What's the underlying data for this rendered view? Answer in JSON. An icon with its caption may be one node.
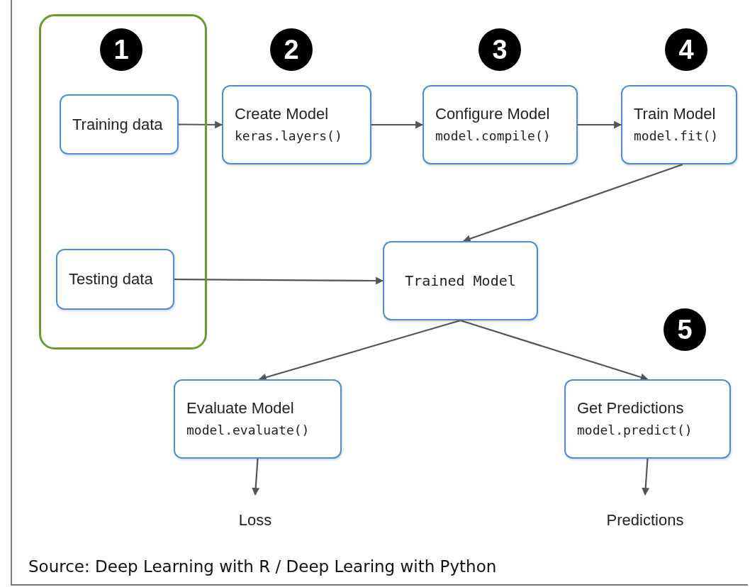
{
  "diagram": {
    "caption": "Source: Deep Learning with R / Deep Learing with Python",
    "nodes": [
      {
        "text": [],
        "shape": "box"
      },
      {
        "text": [
          "Training data"
        ],
        "in": 0
      },
      {
        "text": [
          "Testing data"
        ],
        "in": 0
      },
      {
        "text": [
          "Create Model",
          "keras.layers()"
        ]
      },
      {
        "text": [
          "Configure Model",
          "model.compile()"
        ]
      },
      {
        "text": [
          "Train Model",
          "model.fit()"
        ]
      },
      {
        "text": [
          "Trained Model"
        ]
      },
      {
        "text": [
          "Evaluate Model",
          "model.evaluate()"
        ]
      },
      {
        "text": [
          "Get Predictions",
          "model.predict()"
        ]
      },
      {
        "text": [
          "Loss"
        ]
      },
      {
        "text": [
          "Predictions"
        ]
      }
    ],
    "edges": [
      {
        "from": 1,
        "to": 3,
        "arrow": "to"
      },
      {
        "from": 3,
        "to": 4,
        "arrow": "to"
      },
      {
        "from": 4,
        "to": 5,
        "arrow": "to"
      },
      {
        "from": 5,
        "to": 6,
        "arrow": "to"
      },
      {
        "from": 2,
        "to": 6,
        "arrow": "to"
      },
      {
        "from": 6,
        "to": 7,
        "arrow": "to"
      },
      {
        "from": 6,
        "to": 8,
        "arrow": "to"
      },
      {
        "from": 7,
        "to": 9,
        "arrow": "to"
      },
      {
        "from": 8,
        "to": 10,
        "arrow": "to"
      }
    ],
    "labels": [
      "1",
      "2",
      "3",
      "4",
      "5"
    ]
  }
}
